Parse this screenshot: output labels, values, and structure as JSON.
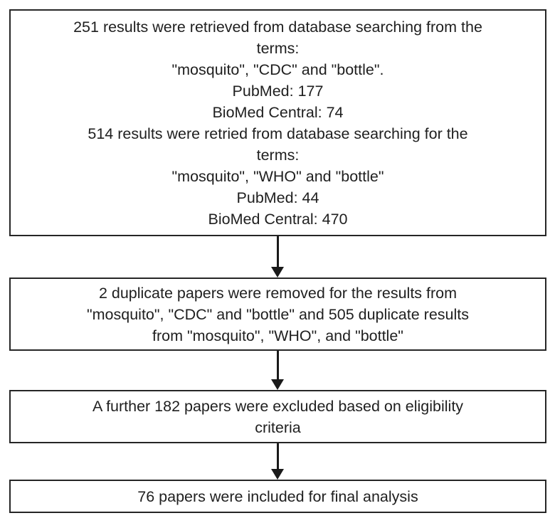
{
  "figure": {
    "type": "flow-diagram",
    "background_color": "#ffffff",
    "box_border_color": "#262626",
    "text_color": "#1f1f1f",
    "arrow_color": "#1a1a1a"
  },
  "boxes": [
    {
      "id": "database-search-results",
      "lines": [
        "251 results were retrieved from database searching from the",
        "terms:",
        "\"mosquito\", \"CDC\" and \"bottle\".",
        "PubMed: 177",
        "BioMed Central: 74",
        "514 results were retried from database searching for the",
        "terms:",
        "\"mosquito\", \"WHO\" and \"bottle\"",
        "PubMed: 44",
        "BioMed Central: 470"
      ]
    },
    {
      "id": "duplicates-removed",
      "lines": [
        "2 duplicate papers were removed for the results from",
        "\"mosquito\", \"CDC\" and \"bottle\" and 505 duplicate results",
        "from \"mosquito\", \"WHO\", and \"bottle\""
      ]
    },
    {
      "id": "eligibility-exclusion",
      "lines": [
        "A further 182 papers were excluded based on eligibility",
        "criteria"
      ]
    },
    {
      "id": "final-analysis",
      "lines": [
        "76 papers were included for final analysis"
      ]
    }
  ]
}
